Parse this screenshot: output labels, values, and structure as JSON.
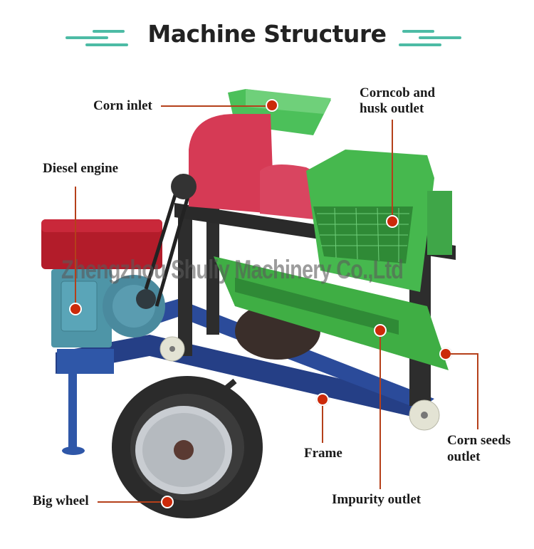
{
  "title": "Machine Structure",
  "watermark": "Zhengzhou Shuliy Machinery Co.,Ltd",
  "colors": {
    "accent_teal": "#4dbba5",
    "leader_line": "#b5401a",
    "dot_fill": "#cc2a0a",
    "text": "#1a1a1a"
  },
  "labels": {
    "corn_inlet": "Corn inlet",
    "corncob_line1": "Corncob and",
    "corncob_line2": "husk outlet",
    "diesel_engine": "Diesel engine",
    "big_wheel": "Big wheel",
    "frame": "Frame",
    "impurity_outlet": "Impurity outlet",
    "corn_seeds_line1": "Corn seeds",
    "corn_seeds_line2": "outlet"
  },
  "parts": [
    {
      "name": "Corn inlet",
      "dot": [
        382,
        148
      ]
    },
    {
      "name": "Corncob and husk outlet",
      "dot": [
        551,
        311
      ]
    },
    {
      "name": "Diesel engine",
      "dot": [
        106,
        434
      ]
    },
    {
      "name": "Big wheel",
      "dot": [
        235,
        705
      ]
    },
    {
      "name": "Frame",
      "dot": [
        453,
        561
      ]
    },
    {
      "name": "Impurity outlet",
      "dot": [
        534,
        464
      ]
    },
    {
      "name": "Corn seeds outlet",
      "dot": [
        626,
        497
      ]
    }
  ]
}
